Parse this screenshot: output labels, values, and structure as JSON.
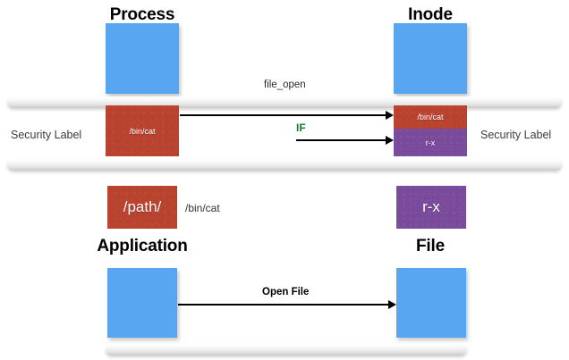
{
  "diagram": {
    "type": "security-label-flow",
    "colors": {
      "blue": "#58a6f2",
      "red": "#b9432f",
      "purple": "#7a4b9c",
      "bar_grey": "#e2e2e2",
      "if_green": "#1a7a36",
      "arrow_black": "#000000"
    },
    "top": {
      "process_title": "Process",
      "inode_title": "Inode",
      "left_side_label": "Security Label",
      "right_side_label": "Security Label",
      "process_label_box": "/bin/cat",
      "inode_label_box_upper": "/bin/cat",
      "inode_label_box_lower": "r-x",
      "arrow_top_caption": "file_open",
      "arrow_bottom_caption": "IF"
    },
    "middle": {
      "path_box": "/path/",
      "path_value": "/bin/cat",
      "perm_box": "r-x"
    },
    "bottom": {
      "application_title": "Application",
      "file_title": "File",
      "arrow_caption": "Open File"
    }
  }
}
